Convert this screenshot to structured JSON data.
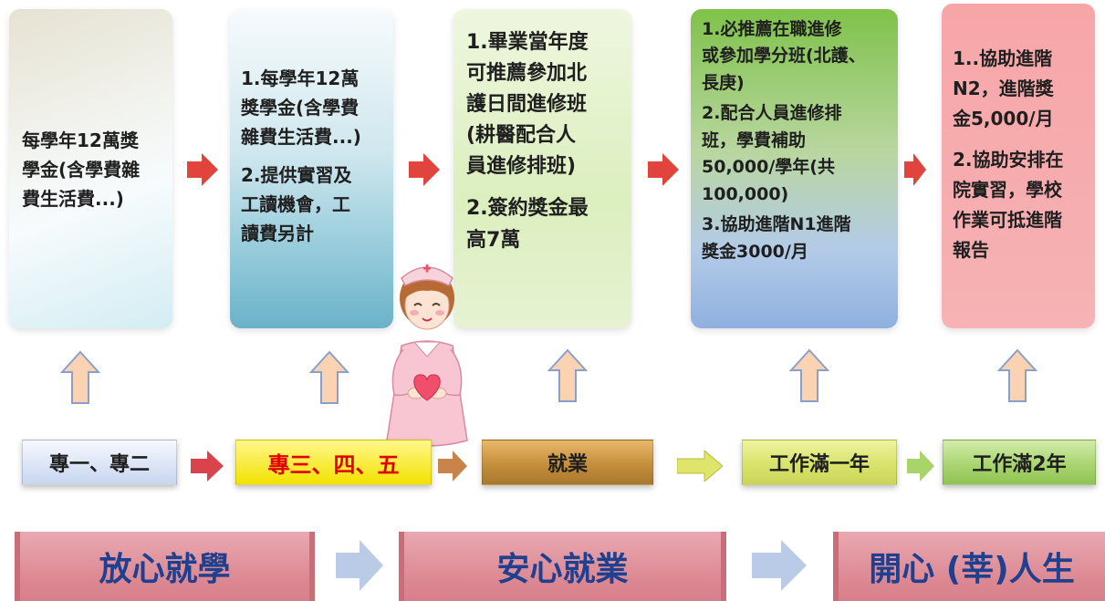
{
  "cards": [
    {
      "lines": [
        "每學年12萬獎",
        "學金(含學費雜",
        "費生活費...)"
      ]
    },
    {
      "lines": [
        "1.每學年12萬",
        "獎學金(含學費",
        "雜費生活費...)",
        "2.提供實習及",
        "工讀機會，工",
        "讀費另計"
      ]
    },
    {
      "lines": [
        "1.畢業當年度",
        "可推薦參加北",
        "護日間進修班",
        "(耕醫配合人",
        "員進修排班)",
        "2.簽約獎金最",
        "高7萬"
      ]
    },
    {
      "lines": [
        "1.必推薦在職進修",
        "或參加學分班(北護、",
        "長庚)",
        "2.配合人員進修排",
        "班，學費補助",
        "50,000/學年(共",
        "100,000)",
        "3.協助進階N1進階",
        "獎金3000/月"
      ]
    },
    {
      "lines": [
        "1..協助進階",
        "N2，進階獎",
        "金5,000/月",
        "2.協助安排在",
        "院實習，學校",
        "作業可抵進階",
        "報告"
      ]
    }
  ],
  "stages": [
    "專一、專二",
    "專三、四、五",
    "就業",
    "工作滿一年",
    "工作滿2年"
  ],
  "banners": [
    "放心就學",
    "安心就業",
    "開心 (莘)人生"
  ],
  "colors": {
    "card_arrow": "#e0443c",
    "up_arrow_fill": "#fbd3b3",
    "up_arrow_stroke": "#8aa0cc",
    "banner_text": "#1f3f8f",
    "stage_highlight_text": "#e00000"
  }
}
